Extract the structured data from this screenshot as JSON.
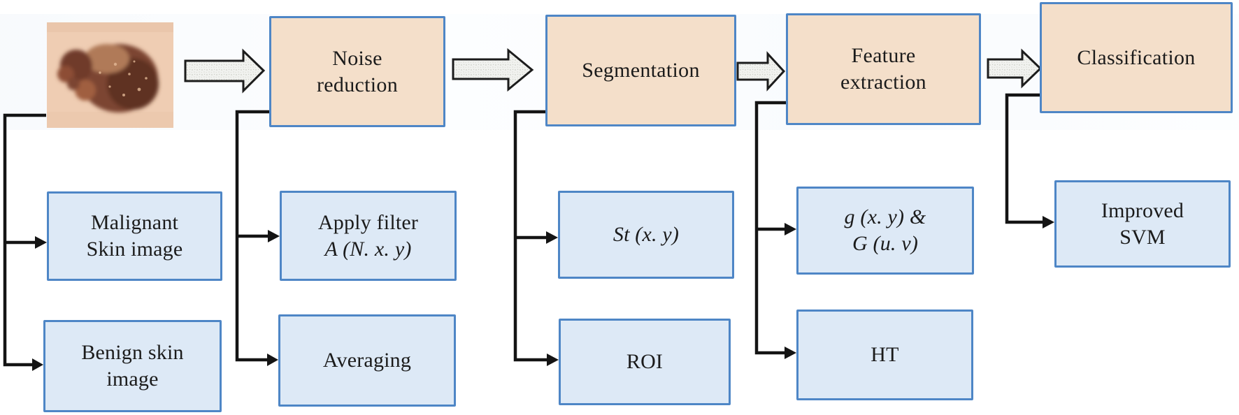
{
  "stages": [
    {
      "id": "noise-reduction",
      "lines": [
        "Noise",
        "reduction"
      ]
    },
    {
      "id": "segmentation",
      "lines": [
        "Segmentation"
      ]
    },
    {
      "id": "feature-extraction",
      "lines": [
        "Feature",
        "extraction"
      ]
    },
    {
      "id": "classification",
      "lines": [
        "Classification"
      ]
    }
  ],
  "branches": {
    "input": [
      {
        "id": "malignant-skin-image",
        "lines": [
          "Malignant",
          "Skin image"
        ]
      },
      {
        "id": "benign-skin-image",
        "lines": [
          "Benign skin",
          "image"
        ]
      }
    ],
    "noise": [
      {
        "id": "apply-filter",
        "lines": [
          "Apply filter",
          "A (N. x. y)"
        ]
      },
      {
        "id": "averaging",
        "lines": [
          "Averaging"
        ]
      }
    ],
    "segmentation": [
      {
        "id": "st-function",
        "lines": [
          "St (x. y)"
        ]
      },
      {
        "id": "roi",
        "lines": [
          "ROI"
        ]
      }
    ],
    "feature": [
      {
        "id": "g-functions",
        "lines": [
          "g (x. y) &",
          "G (u. v)"
        ]
      },
      {
        "id": "ht",
        "lines": [
          "HT"
        ]
      }
    ],
    "classification": [
      {
        "id": "improved-svm",
        "lines": [
          "Improved",
          "SVM"
        ]
      }
    ]
  },
  "icons": {
    "input_image": "skin-lesion-photo-icon",
    "flow_arrow": "block-arrow-right-icon",
    "branch_arrow": "solid-arrow-right-icon"
  },
  "colors": {
    "stage_fill": "#f4dfca",
    "sub_fill": "#dde9f6",
    "box_border": "#4e86c6",
    "connector": "#141414",
    "block_arrow_fill": "#f1f2ef",
    "block_arrow_outline": "#1c1c1c"
  }
}
